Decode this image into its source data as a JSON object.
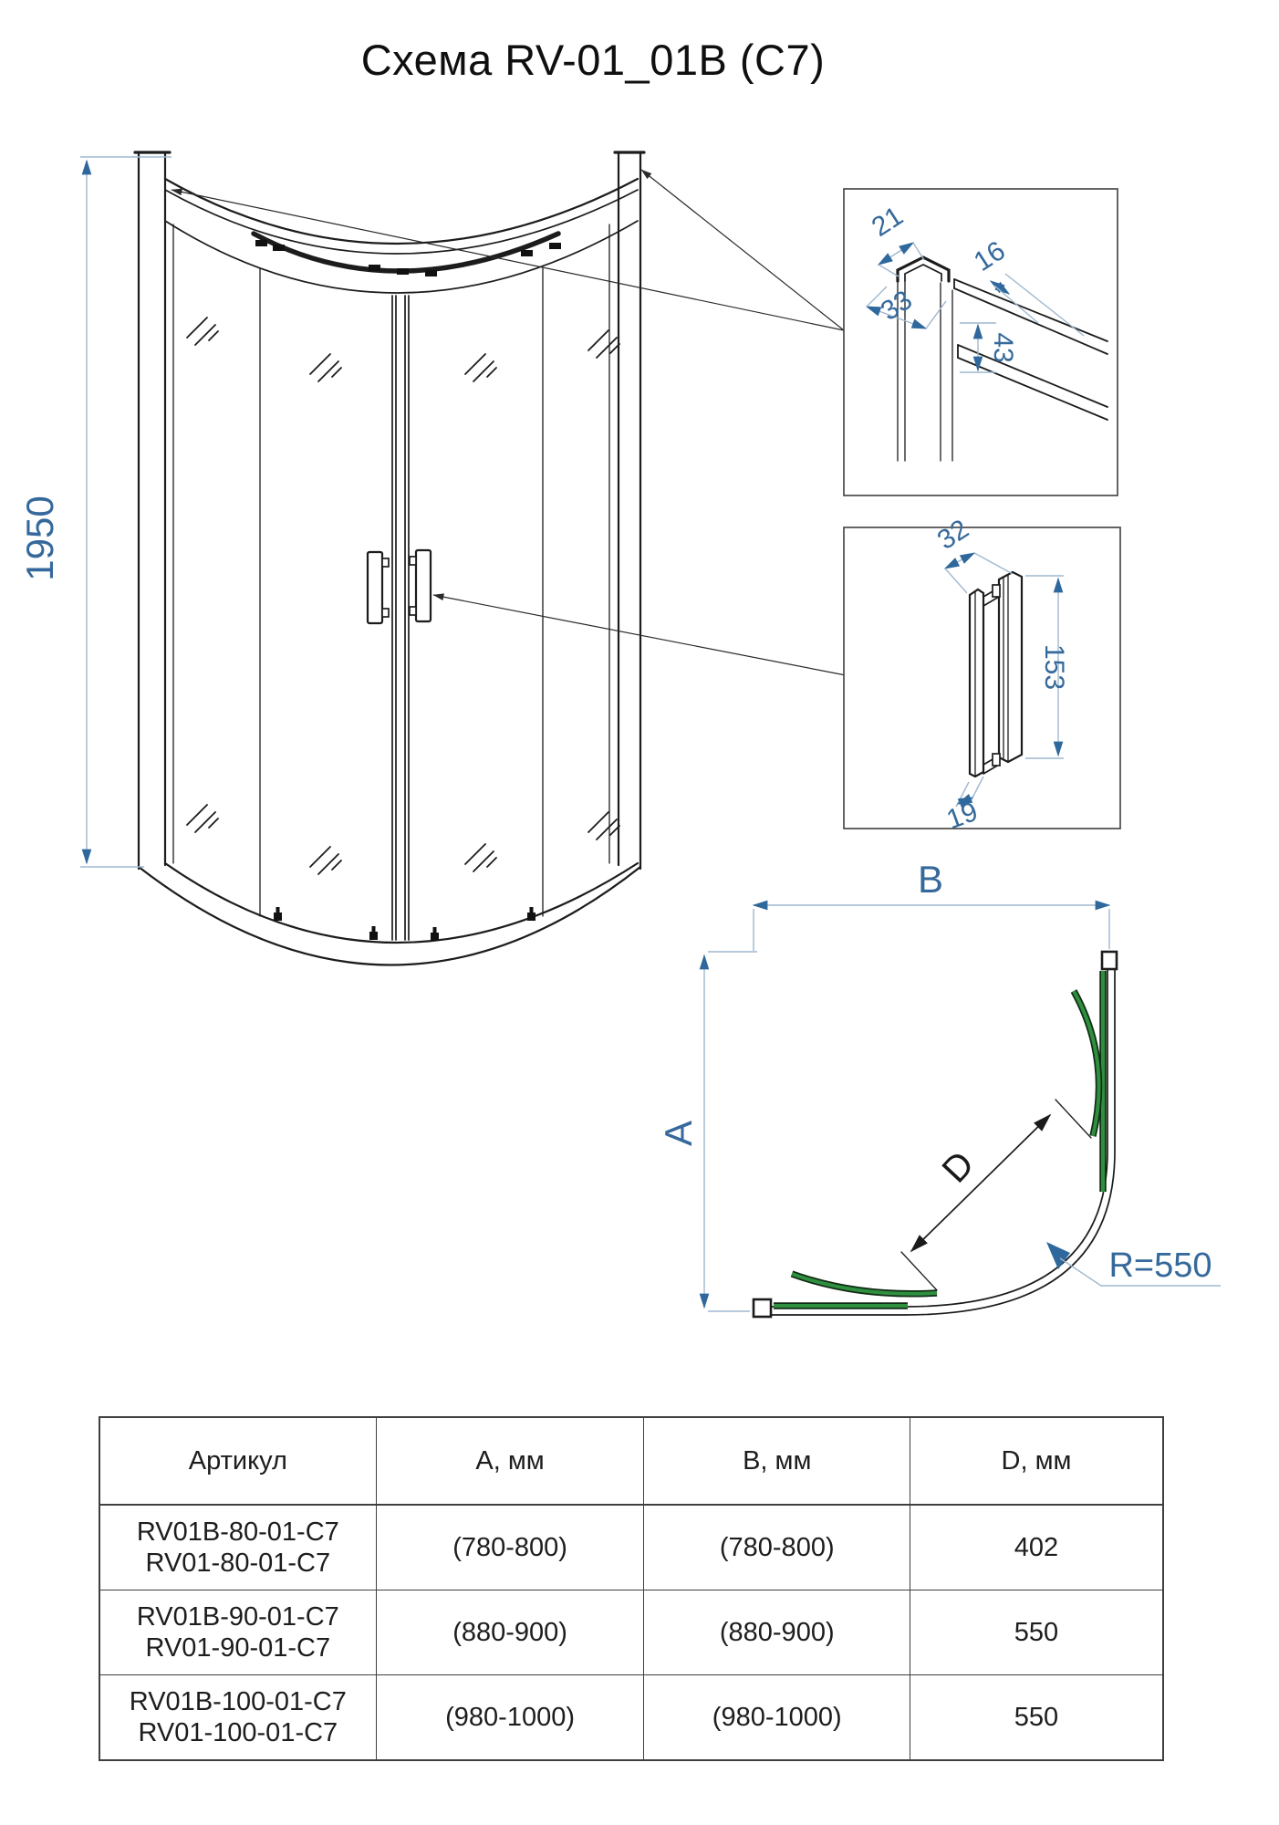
{
  "title": "Схема RV-01_01B (C7)",
  "front_view": {
    "height": "1950"
  },
  "top_detail": {
    "profile_width": "21",
    "profile_depth": "33",
    "rail_width": "16",
    "rail_height": "43"
  },
  "handle_detail": {
    "depth": "32",
    "height": "153",
    "width": "19"
  },
  "plan_view": {
    "a": "A",
    "b": "B",
    "d": "D",
    "radius": "R=550"
  },
  "table": {
    "headers": [
      "Артикул",
      "A, мм",
      "B, мм",
      "D, мм"
    ],
    "rows": [
      {
        "articles": [
          "RV01B-80-01-C7",
          "RV01-80-01-C7"
        ],
        "a": "(780-800)",
        "b": "(780-800)",
        "d": "402"
      },
      {
        "articles": [
          "RV01B-90-01-C7",
          "RV01-90-01-C7"
        ],
        "a": "(880-900)",
        "b": "(880-900)",
        "d": "550"
      },
      {
        "articles": [
          "RV01B-100-01-C7",
          "RV01-100-01-C7"
        ],
        "a": "(980-1000)",
        "b": "(980-1000)",
        "d": "550"
      }
    ]
  },
  "colors": {
    "dim_text": "#35699b",
    "arrow_blue": "#2e689c",
    "glass_green": "#2e8f3e",
    "line": "#1c1c1c"
  }
}
